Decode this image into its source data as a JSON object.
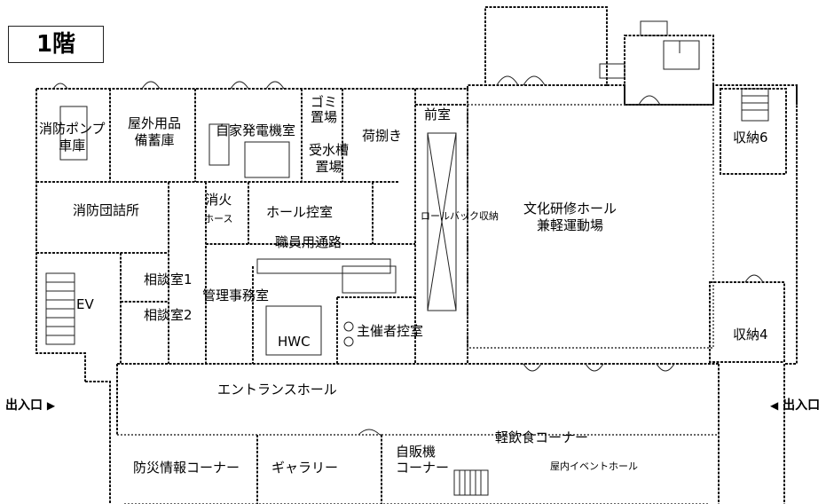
{
  "floor_label": "1階",
  "entrances": {
    "left": {
      "label": "出入口",
      "arrow": "▶"
    },
    "right": {
      "label": "出入口",
      "arrow": "◀"
    }
  },
  "rooms": {
    "fire_pump_garage": [
      "消防ポンプ",
      "車庫"
    ],
    "outdoor_storage": [
      "屋外用品",
      "備蓄庫"
    ],
    "generator_room": "自家発電機室",
    "garbage_area": [
      "ゴミ",
      "置場"
    ],
    "water_tank_room": [
      "受水槽",
      "置場"
    ],
    "unloading": "荷捌き",
    "anteroom": "前室",
    "fire_brigade_office": "消防団詰所",
    "hydrant_hose": [
      "消火",
      "ホース"
    ],
    "hall_waiting": "ホール控室",
    "roll_back_storage": "ロールバック収納",
    "staff_corridor": "職員用通路",
    "ev": "EV",
    "consult_1": "相談室1",
    "consult_2": "相談室2",
    "admin_office": "管理事務室",
    "hwc": "HWC",
    "organizer_waiting": "主催者控室",
    "culture_hall": [
      "文化研修ホール",
      "兼軽運動場"
    ],
    "storage_6": "収納6",
    "storage_4": "収納4",
    "entrance_hall": "エントランスホール",
    "light_meal_corner": "軽飲食コーナー",
    "disaster_info_corner": "防災情報コーナー",
    "gallery": "ギャラリー",
    "vending_corner": [
      "自販機",
      "コーナー"
    ],
    "indoor_event_hall": "屋内イベントホール"
  }
}
